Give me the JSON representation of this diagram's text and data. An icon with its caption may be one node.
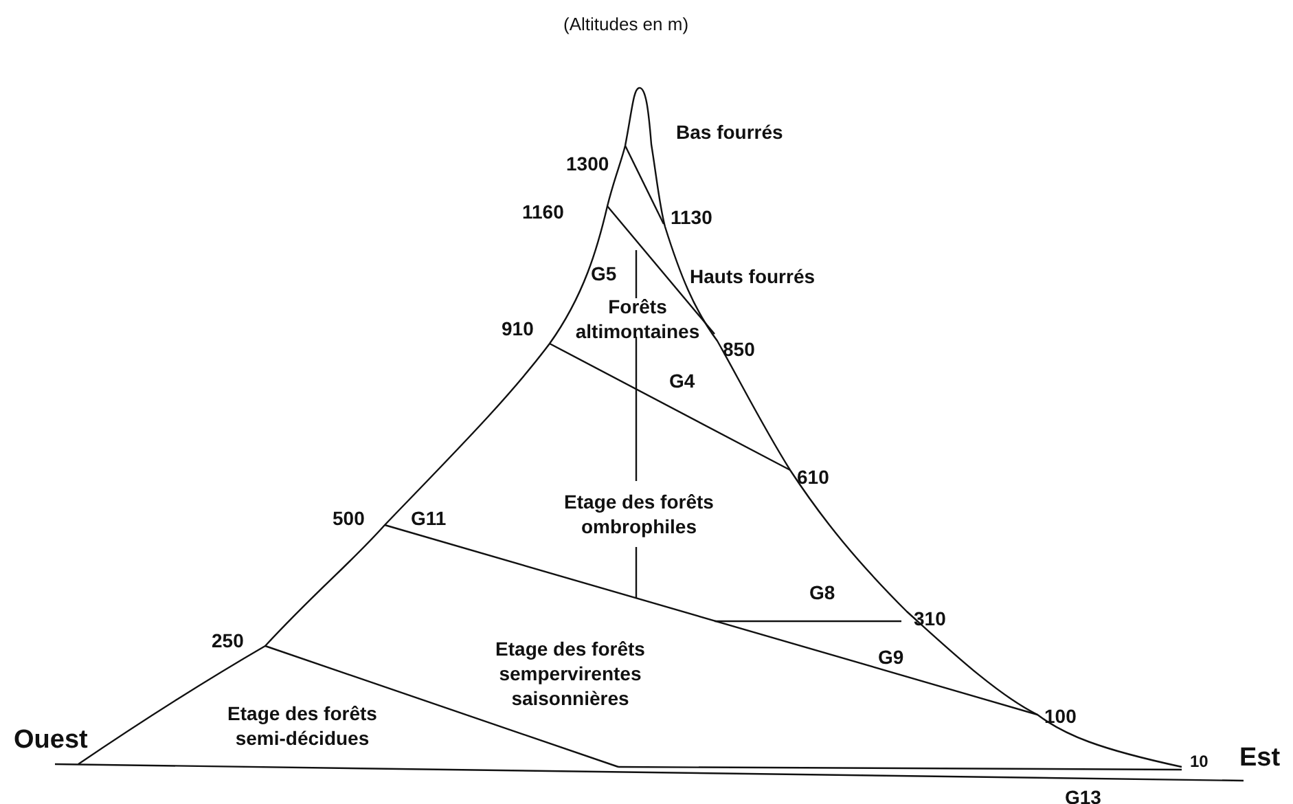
{
  "diagram": {
    "labels": [
      "(Altitudes en m)",
      "Bas fourrés",
      "1300",
      "1160",
      "1130",
      "G5",
      "Hauts fourrés",
      "Forêts altimontaines",
      "910",
      "850",
      "G4",
      "610",
      "Etage des forêts ombrophiles",
      "500",
      "G11",
      "G8",
      "310",
      "250",
      "Etage des forêts sempervirentes saisonnières",
      "G9",
      "100",
      "Ouest",
      "Etage des forêts semi-décidues",
      "10",
      "Est",
      "G13"
    ]
  }
}
